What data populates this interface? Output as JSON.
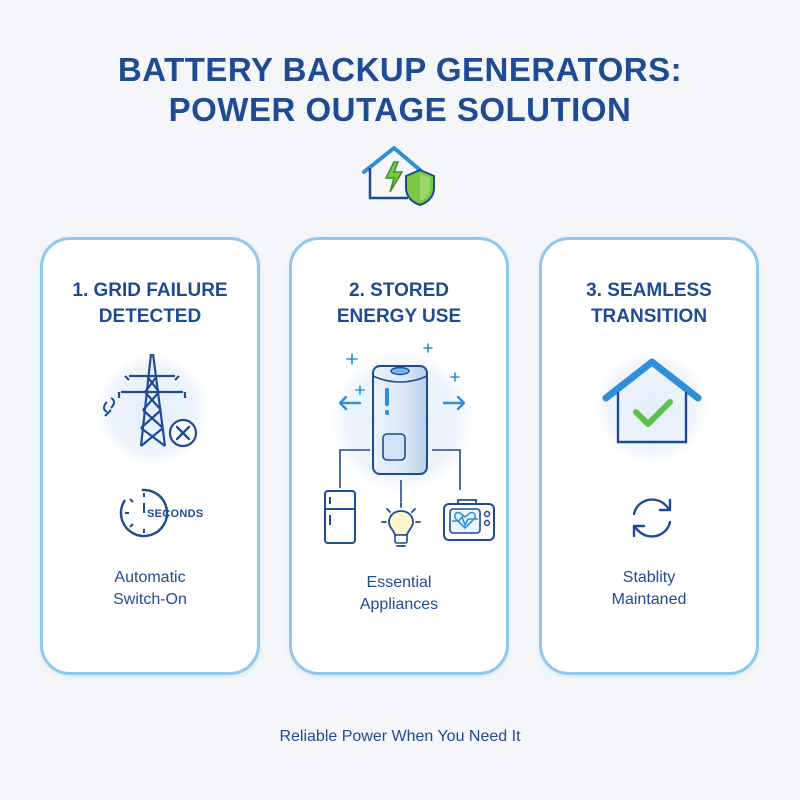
{
  "title": {
    "line1": "BATTERY BACKUP GENERATORS:",
    "line2": "POWER OUTAGE SOLUTION"
  },
  "hero_icon": "house-lightning-shield-icon",
  "cards": [
    {
      "title_line1": "1. GRID FAILURE",
      "title_line2": "DETECTED",
      "main_icon": "power-tower-failure-icon",
      "secondary_icon": "timer-icon",
      "timer_label": "SECONDS",
      "caption_line1": "Automatic",
      "caption_line2": "Switch-On"
    },
    {
      "title_line1": "2. STORED",
      "title_line2": "ENERGY USE",
      "main_icon": "battery-unit-icon",
      "appliance_icons": [
        "refrigerator-icon",
        "lightbulb-icon",
        "medical-monitor-icon"
      ],
      "caption_line1": "Essential",
      "caption_line2": "Appliances"
    },
    {
      "title_line1": "3. SEAMLESS",
      "title_line2": "TRANSITION",
      "main_icon": "house-checkmark-icon",
      "secondary_icon": "refresh-cycle-icon",
      "caption_line1": "Stablity",
      "caption_line2": "Maintaned"
    }
  ],
  "footer": "Reliable Power When You Need It",
  "colors": {
    "primary": "#1f4b94",
    "accent_blue": "#2f8fd8",
    "accent_green": "#5cc24a",
    "card_border": "#8fc8ef",
    "background": "#f4f6f9"
  }
}
